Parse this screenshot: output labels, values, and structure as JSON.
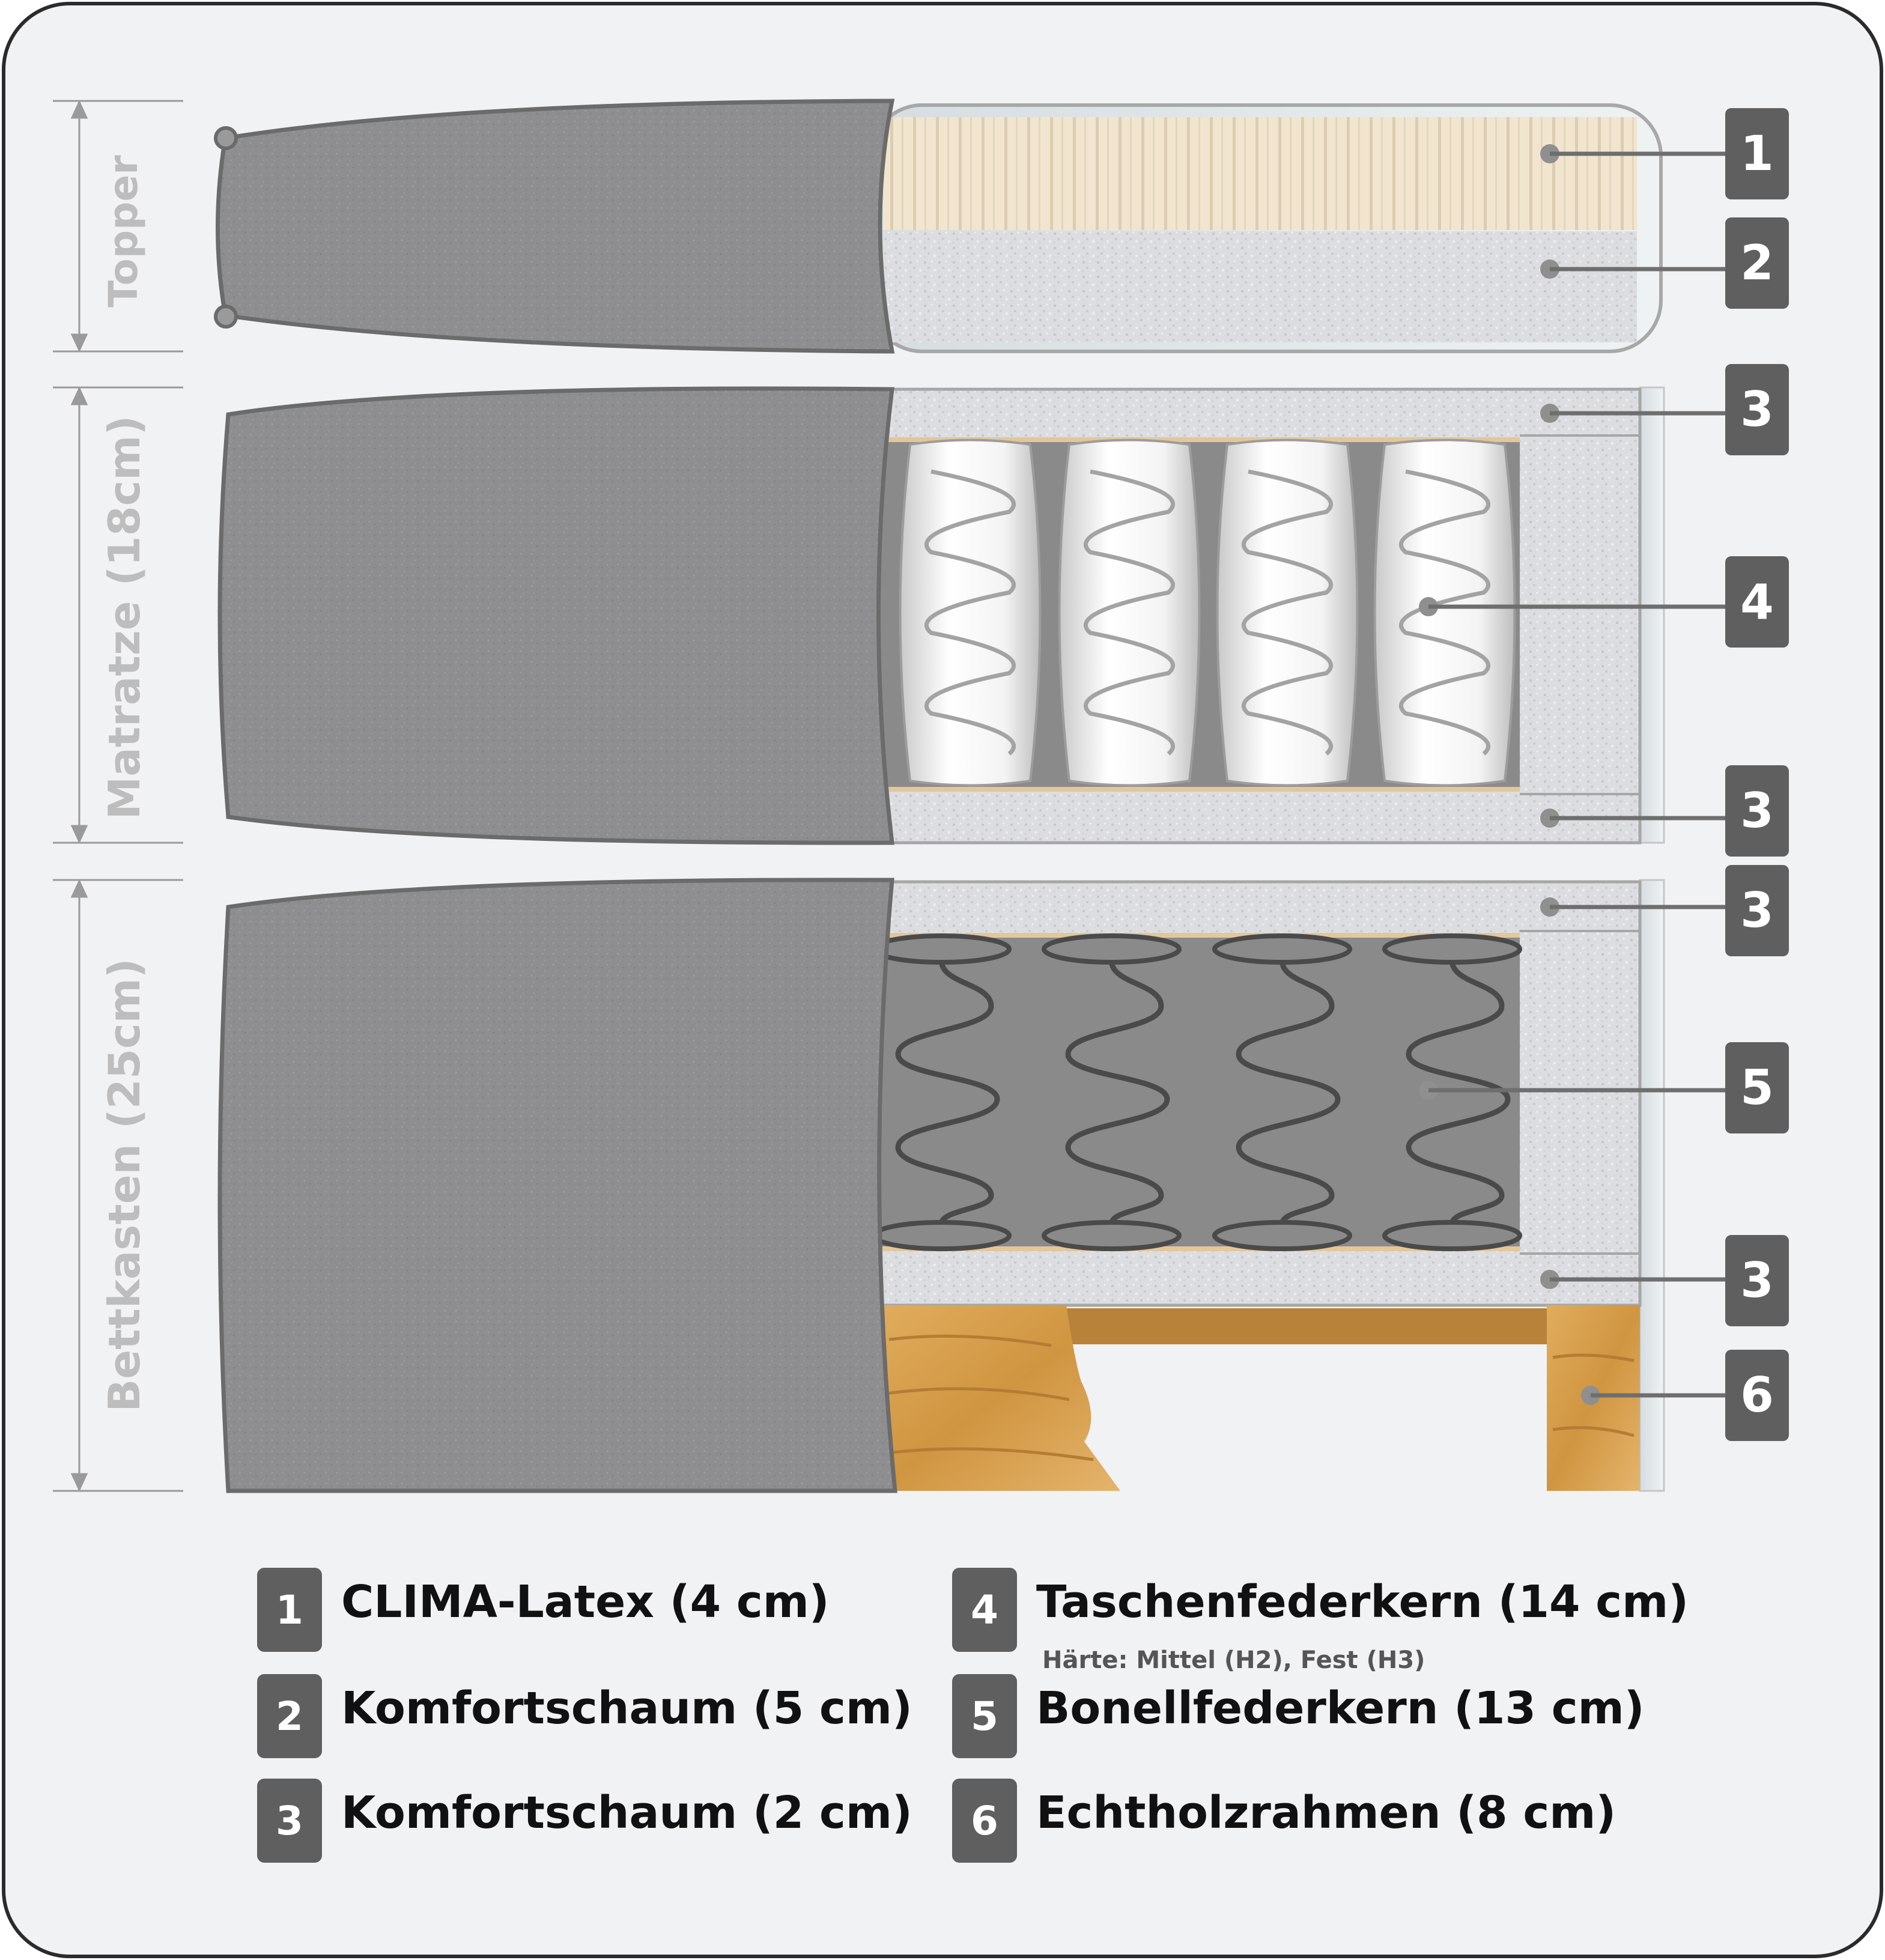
{
  "labels": {
    "topper": "Topper",
    "matratze": "Matratze (18cm)",
    "bettkasten": "Bettkasten (25cm)"
  },
  "markers": [
    "1",
    "2",
    "3",
    "4",
    "3",
    "3",
    "5",
    "3",
    "6"
  ],
  "legend": [
    {
      "num": "1",
      "text": "CLIMA-Latex (4 cm)"
    },
    {
      "num": "2",
      "text": "Komfortschaum (5 cm)"
    },
    {
      "num": "3",
      "text": "Komfortschaum (2 cm)"
    },
    {
      "num": "4",
      "text": "Taschenfederkern (14 cm)",
      "sub": "Härte: Mittel (H2), Fest (H3)"
    },
    {
      "num": "5",
      "text": "Bonellfederkern (13 cm)"
    },
    {
      "num": "6",
      "text": "Echtholzrahmen (8 cm)"
    }
  ],
  "colors": {
    "background": "#f1f2f4",
    "frame": "#2b2b2b",
    "cover": "#8d8d8f",
    "cover_stroke": "#6b6b6b",
    "foam": "#dcdde0",
    "latex": "#efe2cc",
    "spring_cavity": "#8a8a8a",
    "wood": "#d49a45",
    "badge": "#5f5f5f"
  }
}
